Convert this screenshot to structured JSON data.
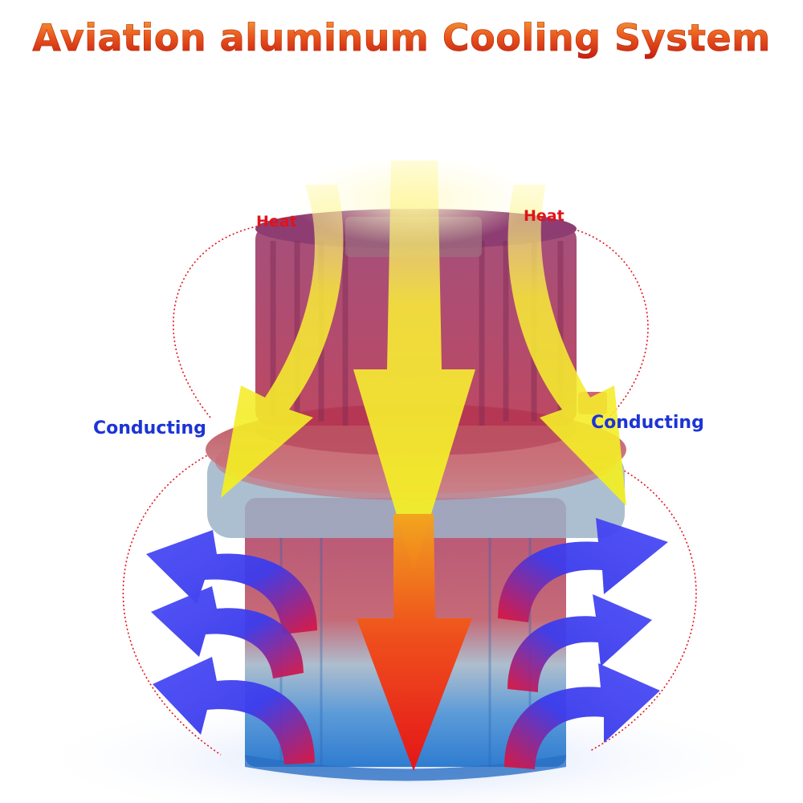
{
  "title": "Aviation aluminum Cooling System",
  "labels": {
    "heat_left": "Heat",
    "heat_right": "Heat",
    "conducting_left": "Conducting",
    "conducting_right": "Conducting"
  },
  "colors": {
    "heat_label": "#e3121a",
    "conducting_label": "#1c34d6",
    "title_top": "#f7a23a",
    "title_bottom": "#c41a12",
    "hot_body": "#b23a5e",
    "cool_body": "#3f8ad6",
    "heat_arrow": "#f6ee2a",
    "cooling_arrow": "#3a3cf0"
  },
  "icons": {
    "heat_flow": "down-arrow-icon",
    "cooling_flow": "curved-arrow-icon"
  }
}
